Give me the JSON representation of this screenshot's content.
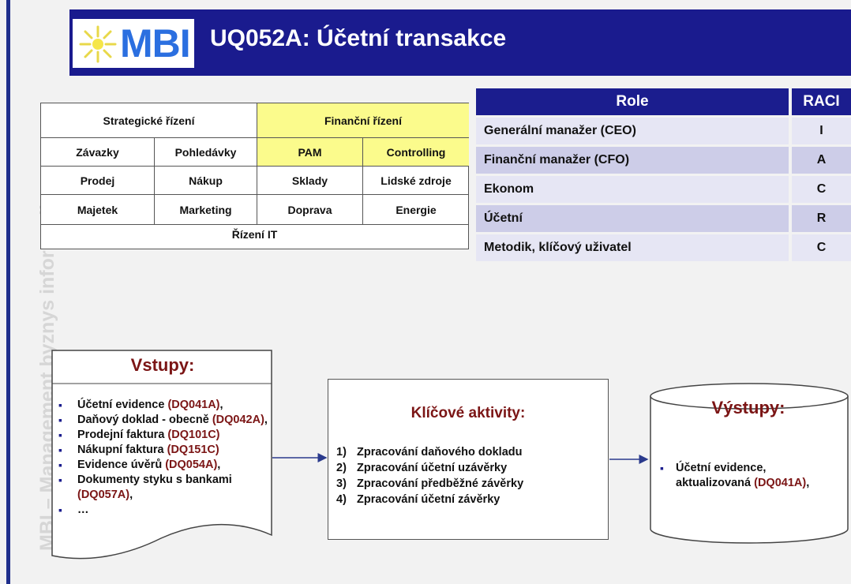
{
  "header": {
    "logo_text": "MBI",
    "title": "UQ052A: Účetní transakce"
  },
  "sidebar_text": "MBI – Management byznys informatiky",
  "process_grid": {
    "top_left": "Strategické řízení",
    "top_right": "Finanční řízení",
    "rows": [
      [
        "Závazky",
        "Pohledávky",
        "PAM",
        "Controlling"
      ],
      [
        "Prodej",
        "Nákup",
        "Sklady",
        "Lidské zdroje"
      ],
      [
        "Majetek",
        "Marketing",
        "Doprava",
        "Energie"
      ]
    ],
    "bottom": "Řízení IT"
  },
  "raci_table": {
    "headers": [
      "Role",
      "RACI"
    ],
    "rows": [
      {
        "role": "Generální manažer (CEO)",
        "raci": "I"
      },
      {
        "role": "Finanční manažer (CFO)",
        "raci": "A"
      },
      {
        "role": "Ekonom",
        "raci": "C"
      },
      {
        "role": "Účetní",
        "raci": "R"
      },
      {
        "role": "Metodik, klíčový uživatel",
        "raci": "C"
      }
    ]
  },
  "inputs": {
    "title": "Vstupy:",
    "items": [
      {
        "text": "Účetní evidence ",
        "ref": "(DQ041A)",
        "suffix": ","
      },
      {
        "text": "Daňový doklad - obecně ",
        "ref": "(DQ042A)",
        "suffix": ","
      },
      {
        "text": "Prodejní faktura ",
        "ref": "(DQ101C)",
        "suffix": ""
      },
      {
        "text": "Nákupní faktura ",
        "ref": "(DQ151C)",
        "suffix": ""
      },
      {
        "text": "Evidence úvěrů ",
        "ref": "(DQ054A)",
        "suffix": ","
      },
      {
        "text": "Dokumenty styku s bankami ",
        "ref": "(DQ057A)",
        "suffix": ","
      },
      {
        "text": "…",
        "ref": "",
        "suffix": ""
      }
    ]
  },
  "activities": {
    "title": "Klíčové aktivity:",
    "items": [
      {
        "num": "1)",
        "text": "Zpracování daňového dokladu"
      },
      {
        "num": "2)",
        "text": "Zpracování účetní uzávěrky"
      },
      {
        "num": "3)",
        "text": "Zpracování předběžné závěrky"
      },
      {
        "num": "4)",
        "text": "Zpracování účetní závěrky"
      }
    ]
  },
  "outputs": {
    "title": "Výstupy:",
    "items": [
      {
        "text": "Účetní evidence, aktualizovaná ",
        "ref": "(DQ041A)",
        "suffix": ","
      }
    ]
  },
  "colors": {
    "header_bg": "#1a1b8e",
    "highlight": "#fbfb8c",
    "accent_text": "#7b1515",
    "raci_row_a": "#e6e6f4",
    "raci_row_b": "#cdcde8"
  }
}
